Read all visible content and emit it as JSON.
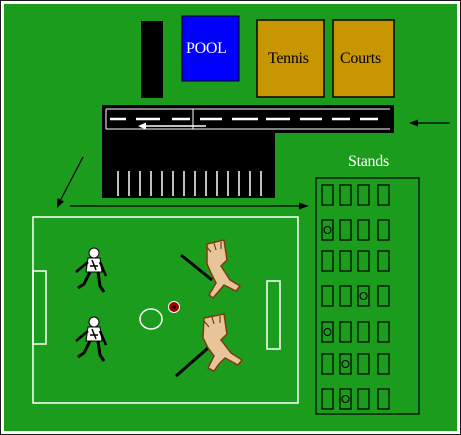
{
  "labels": {
    "pool": "POOL",
    "tennis": "Tennis",
    "courts": "Courts",
    "stands": "Stands"
  },
  "colors": {
    "grass": "#1c9c1c",
    "pool": "#0000ff",
    "courts": "#c89600",
    "road": "#000000",
    "line": "#ffffff",
    "ball": "#a00000",
    "figure_skin": "#e8c49a"
  },
  "icons": {
    "player_left": "soccer-player-icon",
    "player_right": "tribal-warrior-icon",
    "ball": "soccer-ball-icon",
    "arrow": "arrow-icon"
  }
}
